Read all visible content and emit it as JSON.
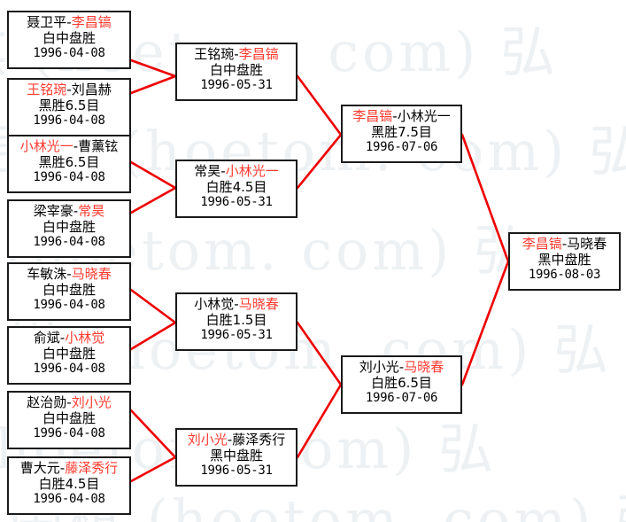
{
  "watermark": {
    "text": "围棋 (hoetom. com) 弘",
    "color": "#eef1f3",
    "rows": [
      "围棋 (hoetom. com) 弘",
      "围棋 (hoetom. com) 弘",
      "围棋 (hoetom. com) 弘",
      "围棋 (hoetom. com) 弘",
      "围棋 (hoetom. com) 弘",
      "围棋 (hoetom. com) 弘"
    ]
  },
  "style": {
    "winner_color": "#ff3b30",
    "line_color": "#ee0000",
    "border_color": "#1a1a1a",
    "background": "#ffffff"
  },
  "bracket": {
    "rounds": [
      {
        "name": "round-1",
        "matches": [
          {
            "id": "r1m1",
            "left": "聂卫平",
            "right": "李昌镐",
            "winner": "right",
            "result": "白中盘胜",
            "date": "1996-04-08"
          },
          {
            "id": "r1m2",
            "left": "王铭琬",
            "right": "刘昌赫",
            "winner": "left",
            "result": "黑胜6.5目",
            "date": "1996-04-08"
          },
          {
            "id": "r1m3",
            "left": "小林光一",
            "right": "曹薰铉",
            "winner": "left",
            "result": "黑胜6.5目",
            "date": "1996-04-08"
          },
          {
            "id": "r1m4",
            "left": "梁宰豪",
            "right": "常昊",
            "winner": "right",
            "result": "白中盘胜",
            "date": "1996-04-08"
          },
          {
            "id": "r1m5",
            "left": "车敏洙",
            "right": "马晓春",
            "winner": "right",
            "result": "白中盘胜",
            "date": "1996-04-08"
          },
          {
            "id": "r1m6",
            "left": "俞斌",
            "right": "小林觉",
            "winner": "right",
            "result": "白中盘胜",
            "date": "1996-04-08"
          },
          {
            "id": "r1m7",
            "left": "赵治勋",
            "right": "刘小光",
            "winner": "right",
            "result": "白中盘胜",
            "date": "1996-04-08"
          },
          {
            "id": "r1m8",
            "left": "曹大元",
            "right": "藤泽秀行",
            "winner": "right",
            "result": "白胜4.5目",
            "date": "1996-04-08"
          }
        ]
      },
      {
        "name": "round-2",
        "matches": [
          {
            "id": "r2m1",
            "left": "王铭琬",
            "right": "李昌镐",
            "winner": "right",
            "result": "白中盘胜",
            "date": "1996-05-31"
          },
          {
            "id": "r2m2",
            "left": "常昊",
            "right": "小林光一",
            "winner": "right",
            "result": "白胜4.5目",
            "date": "1996-05-31"
          },
          {
            "id": "r2m3",
            "left": "小林觉",
            "right": "马晓春",
            "winner": "right",
            "result": "白胜1.5目",
            "date": "1996-05-31"
          },
          {
            "id": "r2m4",
            "left": "刘小光",
            "right": "藤泽秀行",
            "winner": "left",
            "result": "黑中盘胜",
            "date": "1996-05-31"
          }
        ]
      },
      {
        "name": "semifinal",
        "matches": [
          {
            "id": "r3m1",
            "left": "李昌镐",
            "right": "小林光一",
            "winner": "left",
            "result": "黑胜7.5目",
            "date": "1996-07-06"
          },
          {
            "id": "r3m2",
            "left": "刘小光",
            "right": "马晓春",
            "winner": "right",
            "result": "白胜6.5目",
            "date": "1996-07-06"
          }
        ]
      },
      {
        "name": "final",
        "matches": [
          {
            "id": "r4m1",
            "left": "李昌镐",
            "right": "马晓春",
            "winner": "left",
            "result": "黑中盘胜",
            "date": "1996-08-03"
          }
        ]
      }
    ]
  }
}
